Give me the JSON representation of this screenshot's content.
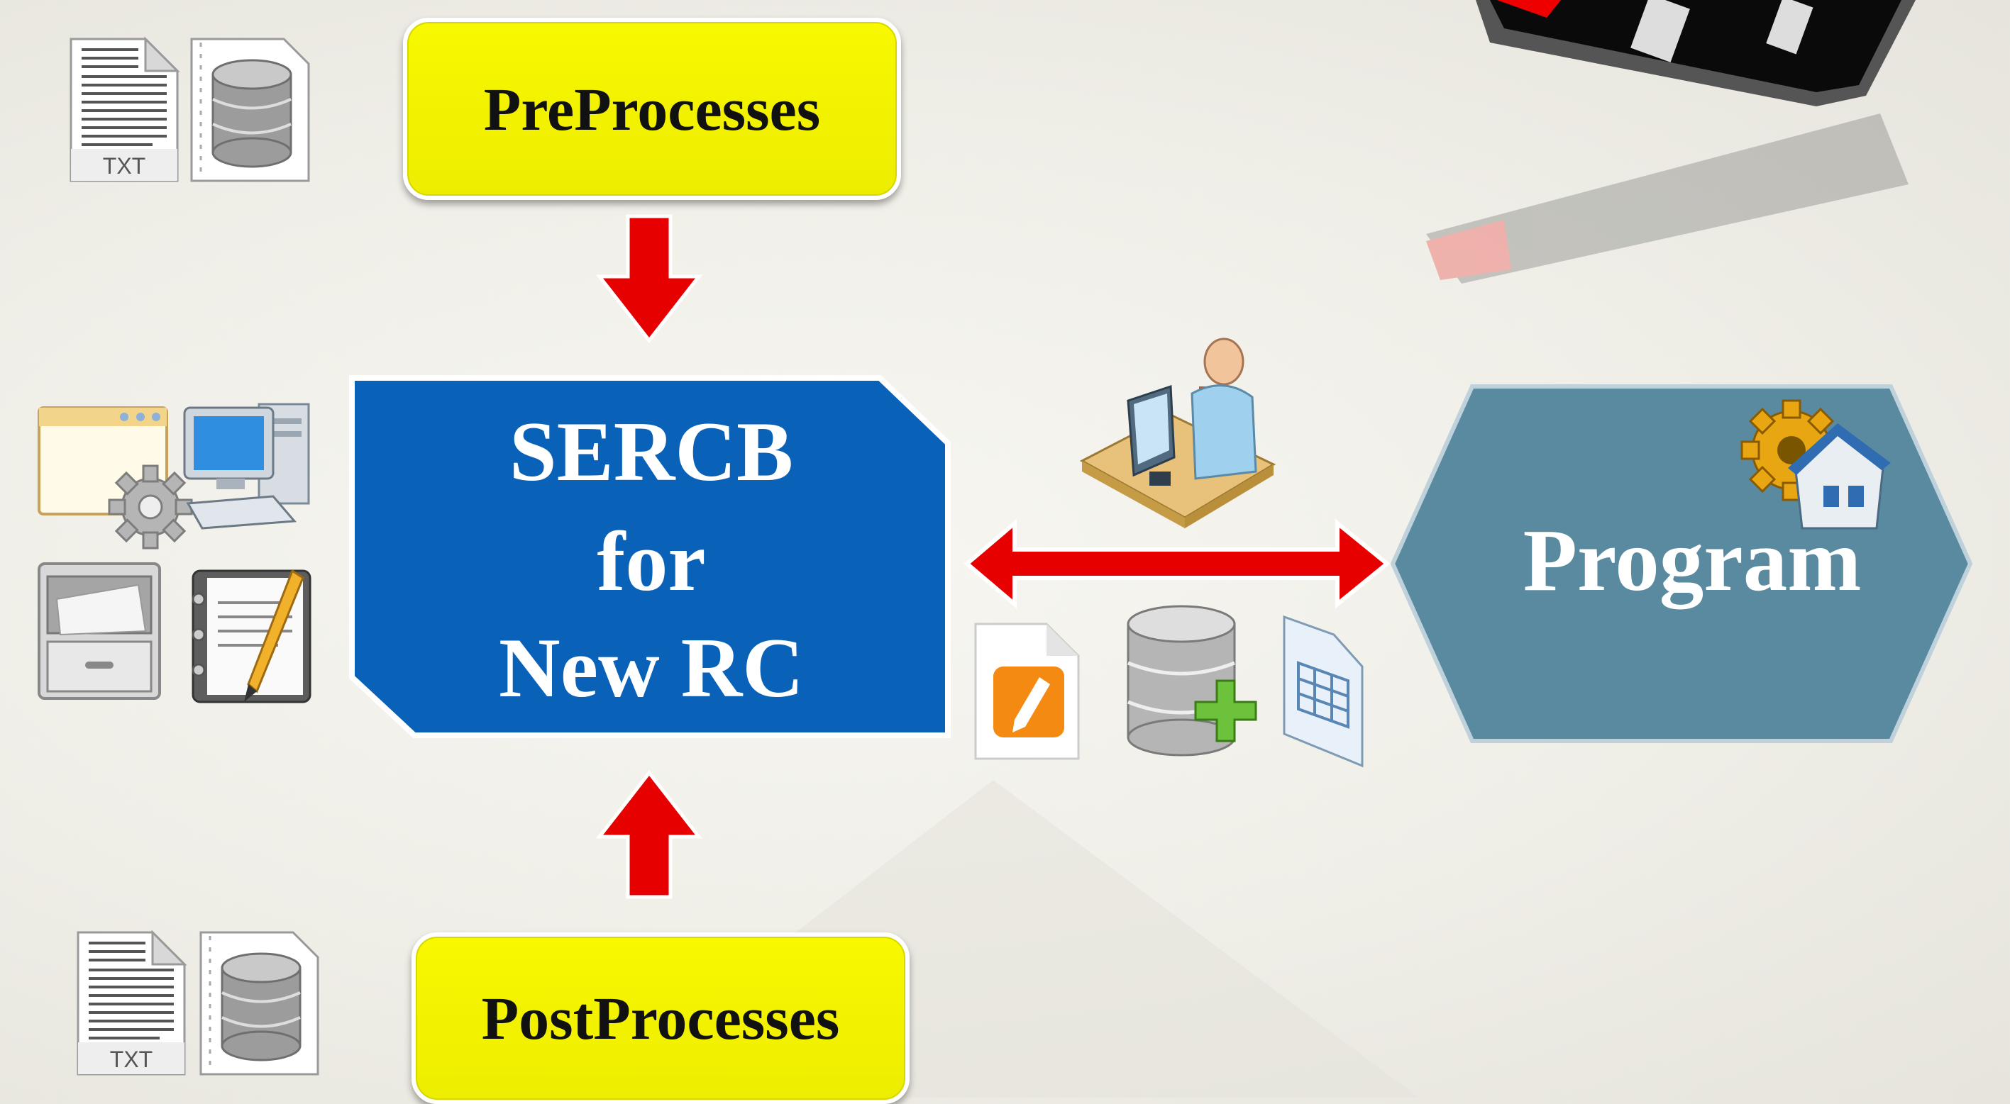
{
  "pre_box": {
    "label": "PreProcesses"
  },
  "post_box": {
    "label": "PostProcesses"
  },
  "center_box": {
    "line1": "SERCB",
    "line2": "for",
    "line3": "New RC"
  },
  "program_box": {
    "label": "Program"
  },
  "file_icons": {
    "txt_label": "TXT"
  },
  "colors": {
    "yellow": "#f5f500",
    "blue": "#0a62b8",
    "steel": "#5a8aa0",
    "arrow_red": "#e60000"
  },
  "icons": [
    "txt-file-icon",
    "database-file-icon",
    "window-icon",
    "gear-icon",
    "desktop-computer-icon",
    "filing-cabinet-icon",
    "notepad-pencil-icon",
    "user-at-computer-icon",
    "edit-document-icon",
    "database-add-icon",
    "spreadsheet-file-icon",
    "gear-house-icon"
  ]
}
